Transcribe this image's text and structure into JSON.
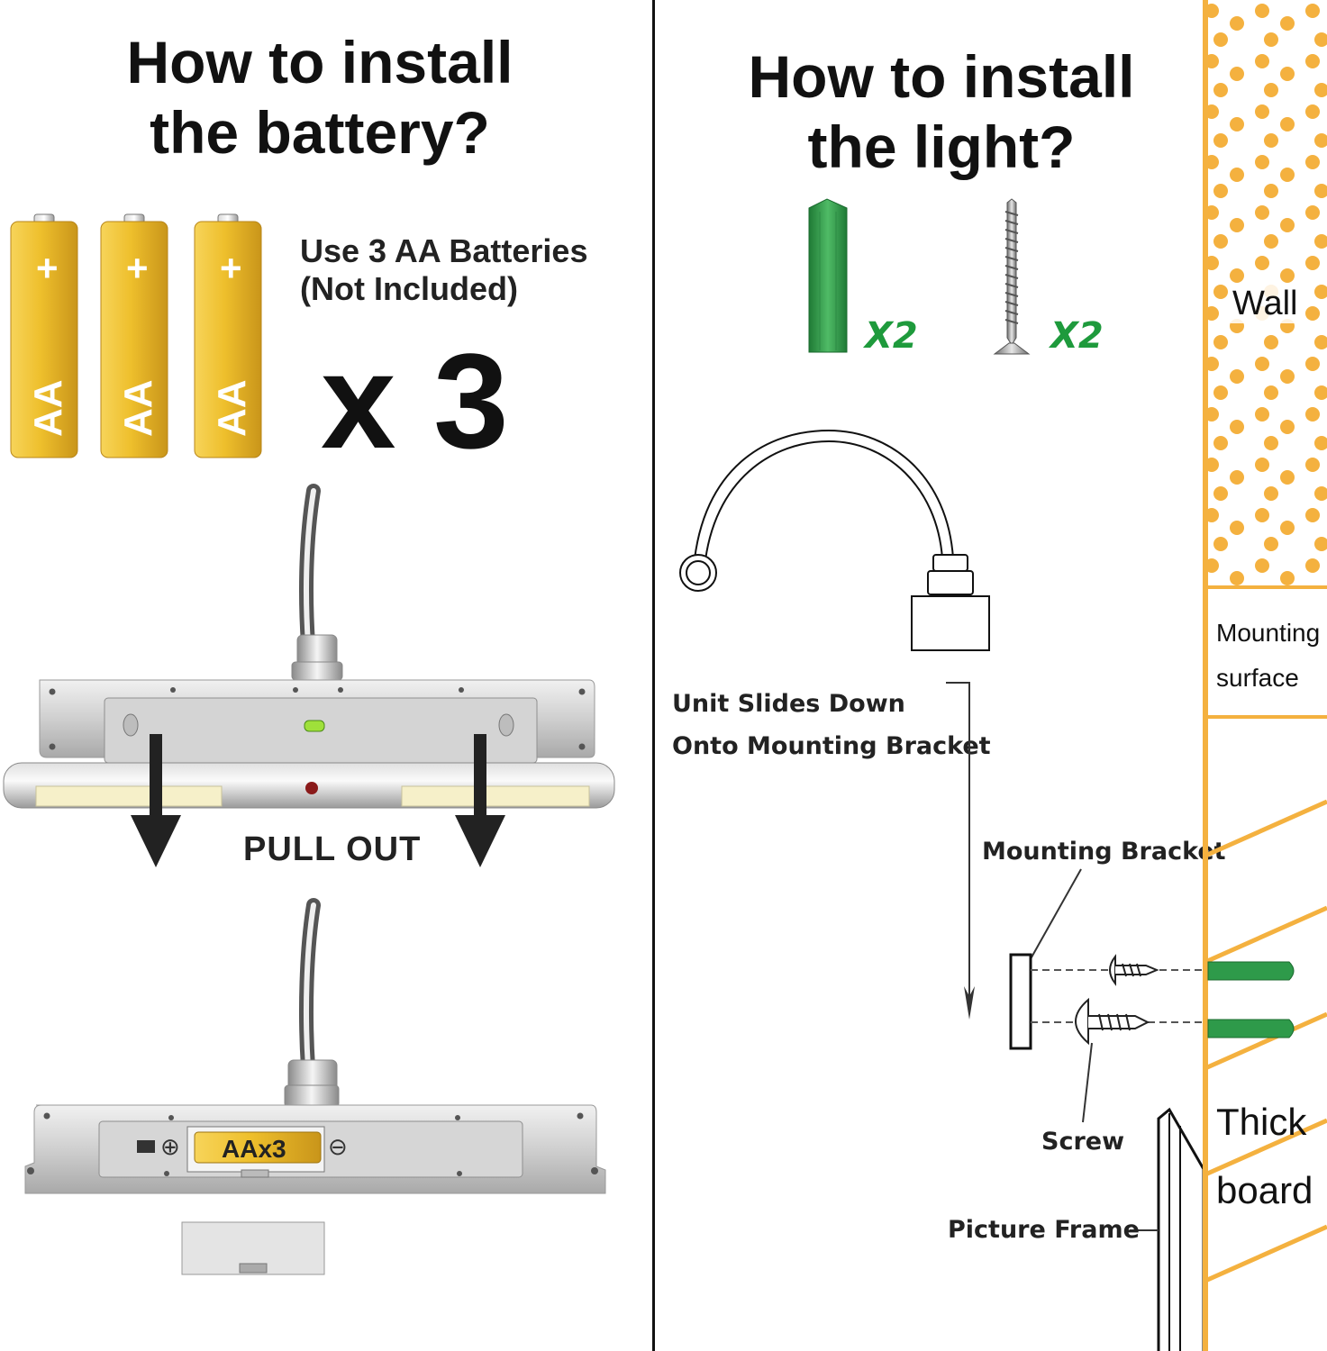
{
  "left_panel": {
    "title_line1": "How to install",
    "title_line2": "the battery?",
    "battery_label": "AA",
    "battery_plus": "+",
    "note_line1": "Use 3 AA Batteries",
    "note_line2": "(Not Included)",
    "quantity": "x 3",
    "pull_out": "PULL OUT",
    "compartment_label": "AAx3",
    "plus_symbol": "⊕",
    "minus_symbol": "⊖"
  },
  "right_panel": {
    "title_line1": "How to install",
    "title_line2": "the light?",
    "anchor_qty": "X2",
    "screw_qty": "X2",
    "slide_line1": "Unit Slides Down",
    "slide_line2": "Onto Mounting Bracket",
    "bracket_label": "Mounting Bracket",
    "screw_label": "Screw",
    "frame_label": "Picture Frame"
  },
  "wall_column": {
    "wall_label": "Wall",
    "mounting_line1": "Mounting",
    "mounting_line2": "surface",
    "thick_line1": "Thick",
    "thick_line2": "board"
  },
  "colors": {
    "battery_gold": "#e9b92a",
    "anchor_green": "#2e9a4a",
    "wall_orange": "#f4b13f",
    "divider": "#111111"
  }
}
